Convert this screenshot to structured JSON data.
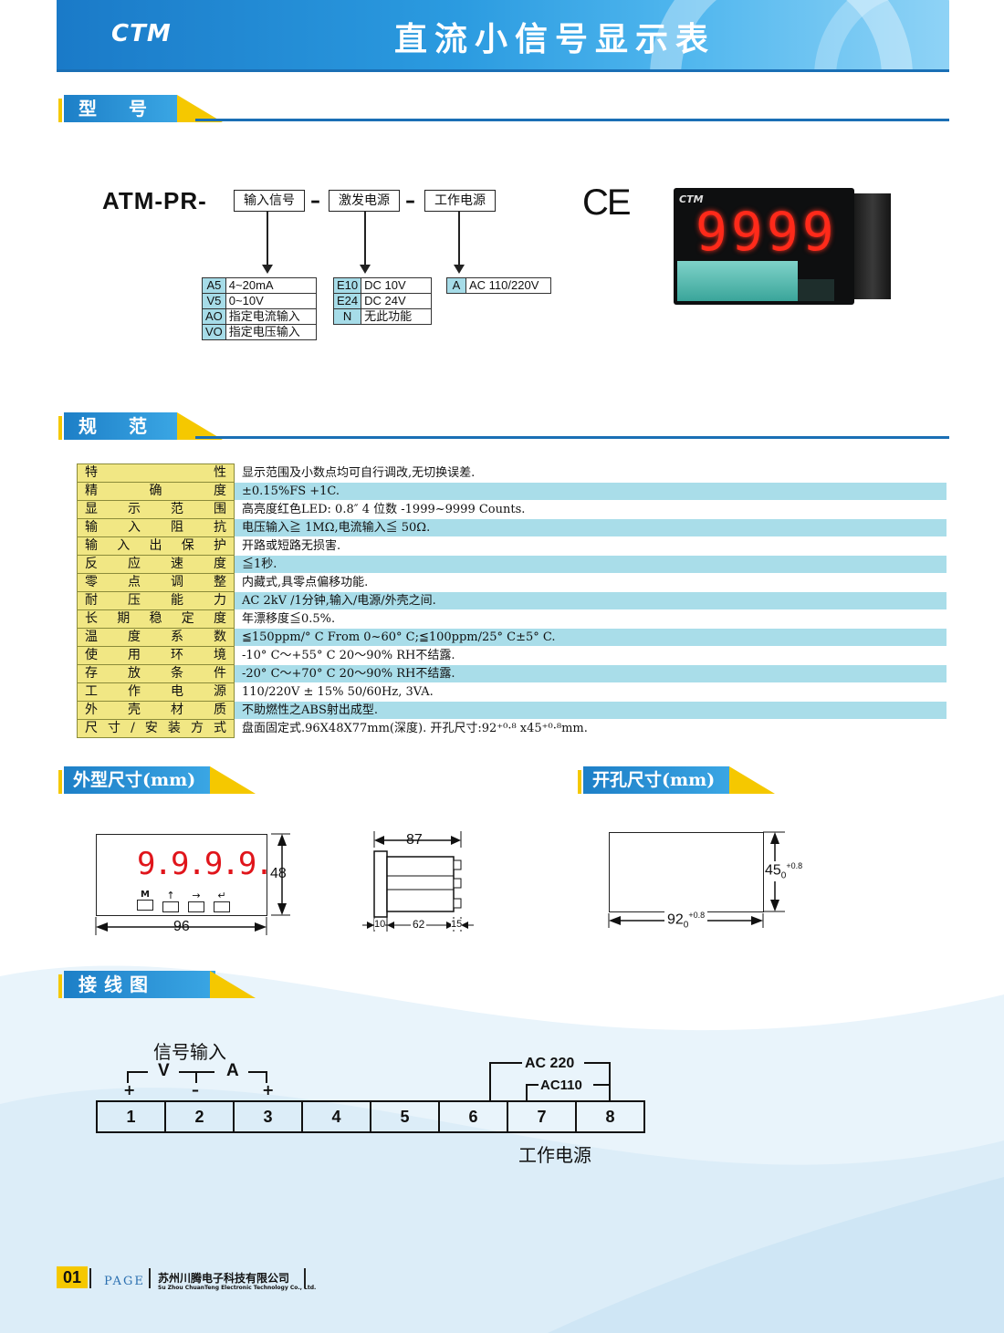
{
  "header": {
    "logo": "CTM",
    "title": "直流小信号显示表"
  },
  "sections": {
    "model": "型 号",
    "spec": "规 范",
    "outline": "外型尺寸(mm)",
    "cutout": "开孔尺寸(mm)",
    "wiring": "接线图"
  },
  "model_code": {
    "prefix": "ATM-PR-",
    "box1": "输入信号",
    "box2": "激发电源",
    "box3": "工作电源",
    "dash": "–",
    "input_options": [
      {
        "code": "A5",
        "desc": "4~20mA"
      },
      {
        "code": "V5",
        "desc": "0~10V"
      },
      {
        "code": "AO",
        "desc": "指定电流输入"
      },
      {
        "code": "VO",
        "desc": "指定电压输入"
      }
    ],
    "excite_options": [
      {
        "code": "E10",
        "desc": "DC 10V"
      },
      {
        "code": "E24",
        "desc": "DC 24V"
      },
      {
        "code": "N",
        "desc": "无此功能"
      }
    ],
    "power_options": [
      {
        "code": "A",
        "desc": "AC 110/220V"
      }
    ],
    "ce_mark": "CE",
    "device_logo": "CTM",
    "device_display": "9999"
  },
  "spec_rows": [
    {
      "label": "特性",
      "value": "显示范围及小数点均可自行调改,无切换误差."
    },
    {
      "label": "精确度",
      "value": "±0.15%FS +1C."
    },
    {
      "label": "显示范围",
      "value": "高亮度红色LED: 0.8″ 4 位数 -1999~9999  Counts."
    },
    {
      "label": "输入阻抗",
      "value": "电压输入≧ 1MΩ,电流输入≦ 50Ω."
    },
    {
      "label": "输入出保护",
      "value": "开路或短路无损害."
    },
    {
      "label": "反应速度",
      "value": "≦1秒."
    },
    {
      "label": "零点调整",
      "value": "内藏式,具零点偏移功能."
    },
    {
      "label": "耐压能力",
      "value": "AC 2kV /1分钟,输入/电源/外壳之间."
    },
    {
      "label": "长期稳定度",
      "value": "年漂移度≦0.5%."
    },
    {
      "label": "温度系数",
      "value": "≦150ppm/° C From 0~60° C;≦100ppm/25° C±5° C."
    },
    {
      "label": "使用环境",
      "value": "-10° C～+55° C  20～90% RH不结露."
    },
    {
      "label": "存放条件",
      "value": "-20° C～+70° C  20～90% RH不结露."
    },
    {
      "label": "工作电源",
      "value": "110/220V ± 15% 50/60Hz, 3VA."
    },
    {
      "label": "外壳材质",
      "value": "不助燃性之ABS射出成型."
    },
    {
      "label": "尺寸/安装方式",
      "value": "盘面固定式.96X48X77mm(深度). 开孔尺寸:92⁺⁰·⁸ x45⁺⁰·⁸mm."
    }
  ],
  "outline": {
    "display": "9.9.9.9.",
    "buttons": [
      "M",
      "↑",
      "→",
      "↵"
    ],
    "height": "48",
    "width": "96",
    "side_depth": "87",
    "side_front": "10",
    "side_body": "62",
    "side_rear": "15"
  },
  "cutout": {
    "height": "45",
    "width": "92",
    "sub": "0",
    "tol": "+0.8"
  },
  "wiring": {
    "signal_label": "信号输入",
    "v_label": "V",
    "a_label": "A",
    "plus": "+",
    "minus": "–",
    "ac220": "AC 220",
    "ac110": "AC110",
    "terminals": [
      "1",
      "2",
      "3",
      "4",
      "5",
      "6",
      "7",
      "8"
    ],
    "power_label": "工作电源"
  },
  "footer": {
    "page_num": "01",
    "page_word": "PAGE",
    "company_cn": "苏州川腾电子科技有限公司",
    "company_en": "Su Zhou ChuanTeng Electronic Technology Co., Ltd."
  }
}
